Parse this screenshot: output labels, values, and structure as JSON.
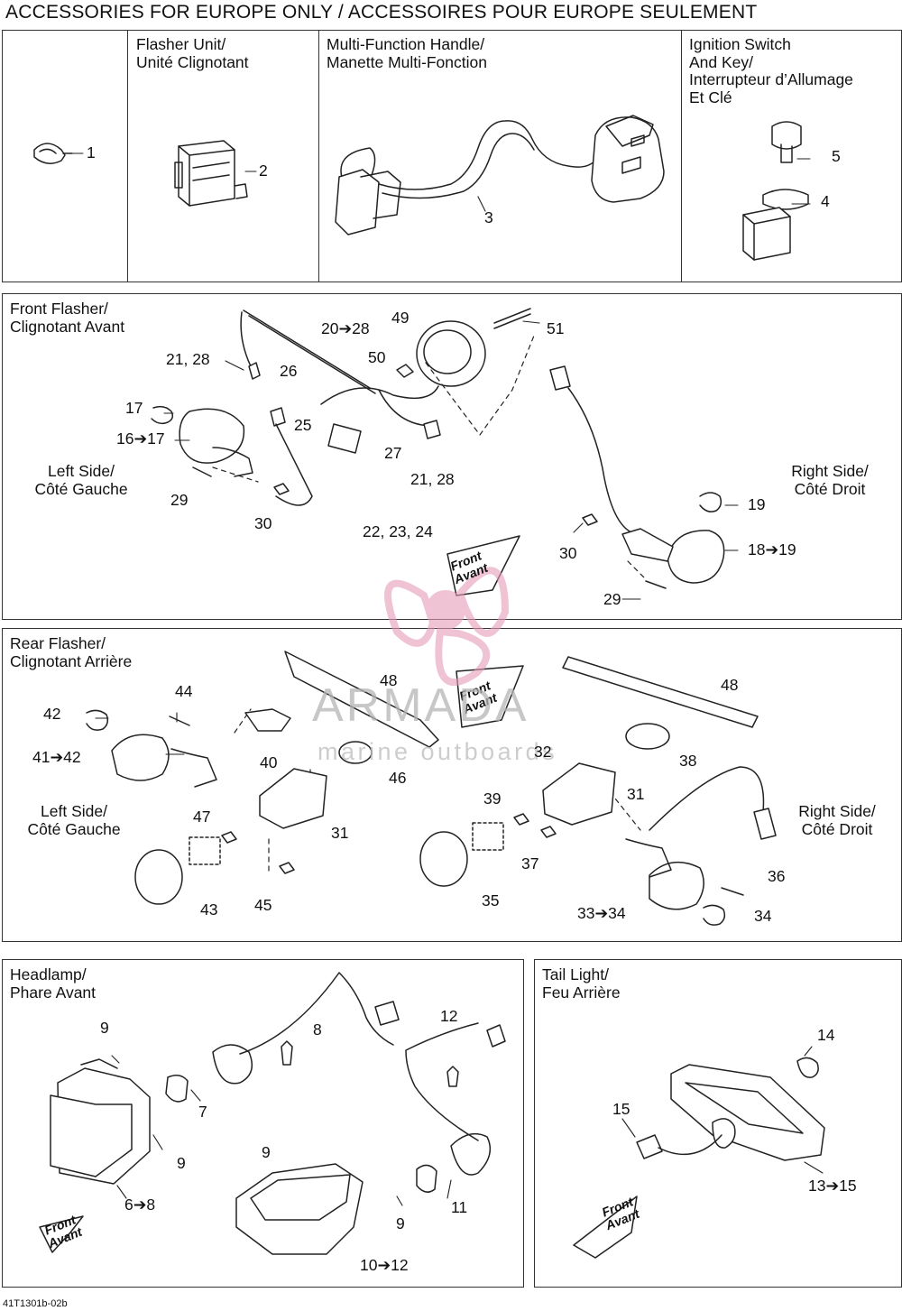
{
  "page_title": "ACCESSORIES FOR EUROPE ONLY / ACCESSOIRES POUR EUROPE SEULEMENT",
  "panels": {
    "row1": {
      "flasher_unit": "Flasher Unit/\nUnité Clignotant",
      "handle": "Multi-Function Handle/\nManette Multi-Fonction",
      "ignition": "Ignition Switch\nAnd Key/\nInterrupteur d’Allumage\nEt Clé"
    },
    "front_flasher": "Front Flasher/\nClignotant Avant",
    "rear_flasher": "Rear Flasher/\nClignotant Arrière",
    "headlamp": "Headlamp/\nPhare Avant",
    "tail_light": "Tail Light/\nFeu Arrière"
  },
  "side_labels": {
    "left": "Left Side/\nCôté Gauche",
    "right": "Right Side/\nCôté Droit"
  },
  "front_arrow": "Front\nAvant",
  "callouts": {
    "c1": "1",
    "c2": "2",
    "c3": "3",
    "c4": "4",
    "c5": "5",
    "c49": "49",
    "c51": "51",
    "c20_28": "20➔28",
    "c21_28a": "21, 28",
    "c26": "26",
    "c50": "50",
    "c17": "17",
    "c16_17": "16➔17",
    "c25": "25",
    "c27": "27",
    "c21_28b": "21, 28",
    "c29a": "29",
    "c30a": "30",
    "c22_24": "22, 23, 24",
    "c19": "19",
    "c18_19": "18➔19",
    "c30b": "30",
    "c29b": "29",
    "c48a": "48",
    "c48b": "48",
    "c44": "44",
    "c42": "42",
    "c41_42": "41➔42",
    "c40": "40",
    "c46": "46",
    "c32": "32",
    "c38": "38",
    "c31a": "31",
    "c31b": "31",
    "c39": "39",
    "c47": "47",
    "c37": "37",
    "c36": "36",
    "c43": "43",
    "c45": "45",
    "c35": "35",
    "c33_34": "33➔34",
    "c34": "34",
    "c9a": "9",
    "c8": "8",
    "c12": "12",
    "c7": "7",
    "c9b": "9",
    "c9c": "9",
    "c6_8": "6➔8",
    "c11": "11",
    "c9d": "9",
    "c10_12": "10➔12",
    "c14": "14",
    "c15": "15",
    "c13_15": "13➔15"
  },
  "watermark": {
    "brand": "ARMADA",
    "tagline": "marine outboards",
    "logo_color": "#e59ab8"
  },
  "footer_code": "41T1301b-02b"
}
